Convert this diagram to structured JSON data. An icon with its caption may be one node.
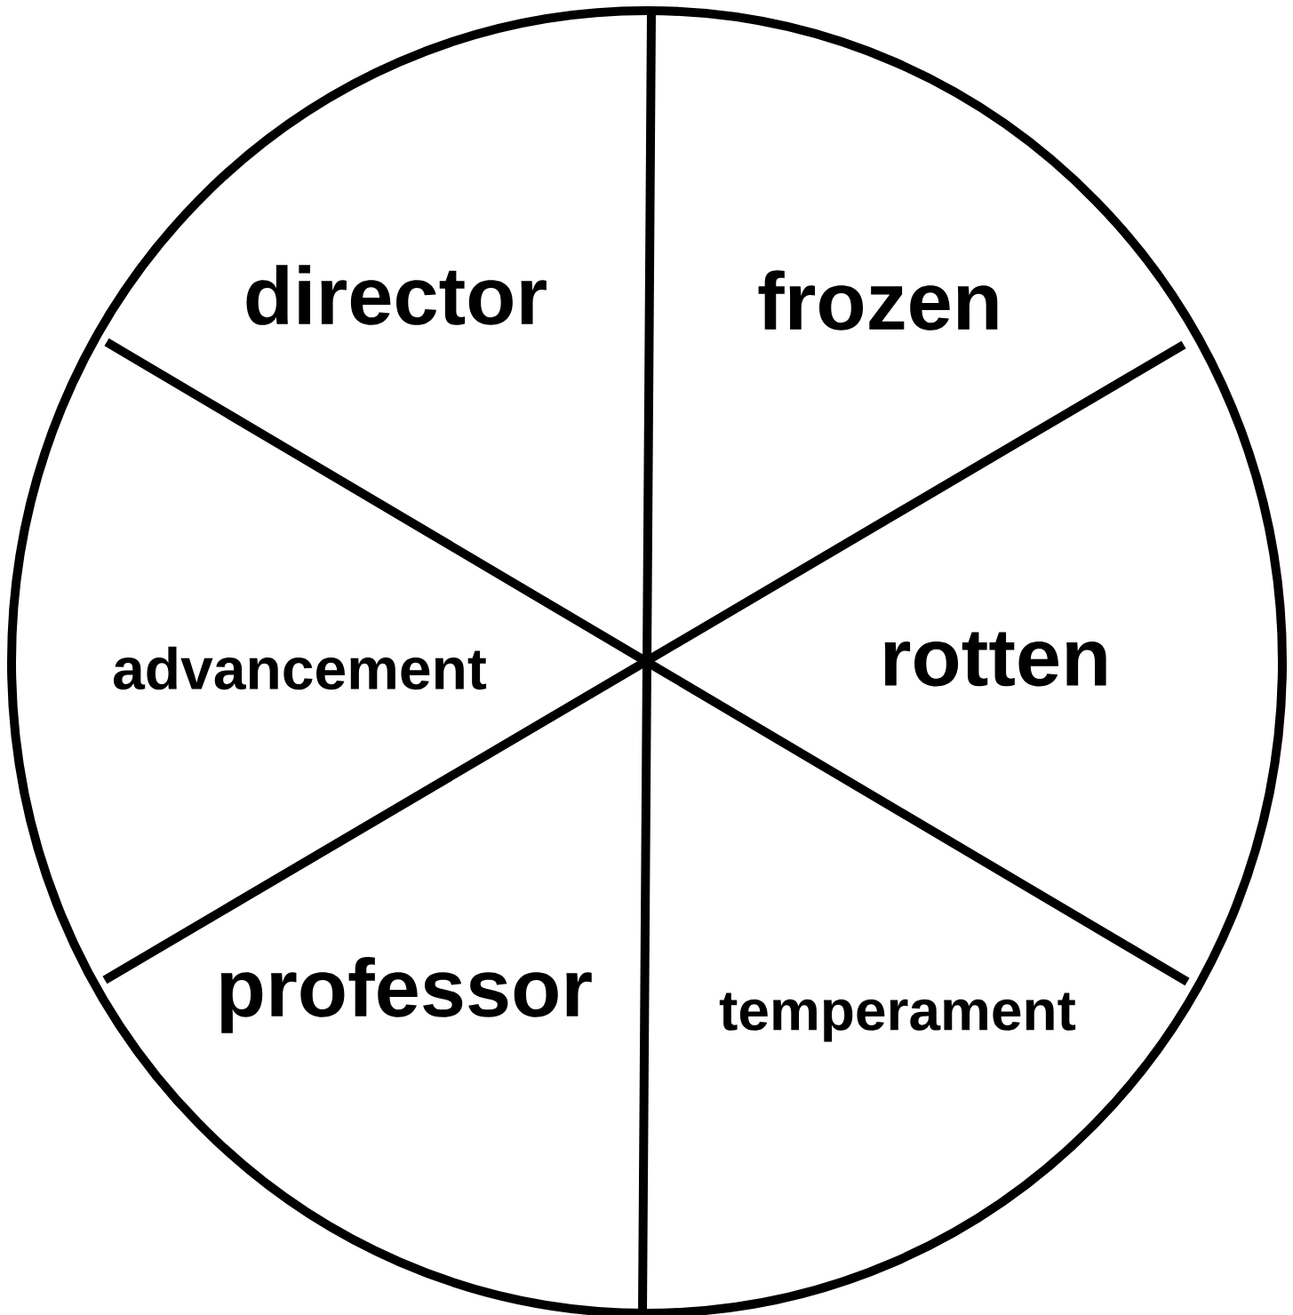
{
  "diagram": {
    "labels": [
      "director",
      "frozen",
      "advancement",
      "rotten",
      "professor",
      "temperament"
    ]
  }
}
